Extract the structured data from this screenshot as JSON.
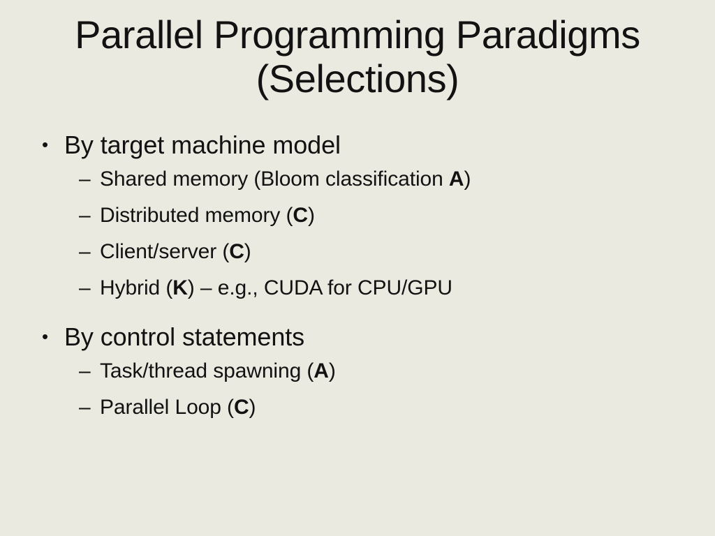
{
  "slide": {
    "background_color": "#eaeae0",
    "text_color": "#121212",
    "title": {
      "line1": "Parallel Programming Paradigms",
      "line2": "(Selections)"
    },
    "bullets": [
      {
        "marker": "•",
        "text": "By target machine model",
        "children": [
          {
            "marker": "–",
            "prefix": "Shared memory (Bloom classification ",
            "bold": "A",
            "suffix": ")"
          },
          {
            "marker": "–",
            "prefix": "Distributed memory (",
            "bold": "C",
            "suffix": ")"
          },
          {
            "marker": "–",
            "prefix": "Client/server (",
            "bold": "C",
            "suffix": ")"
          },
          {
            "marker": "–",
            "prefix": "Hybrid (",
            "bold": "K",
            "suffix": ") – e.g., CUDA for CPU/GPU"
          }
        ]
      },
      {
        "marker": "•",
        "text": "By control statements",
        "children": [
          {
            "marker": "–",
            "prefix": "Task/thread spawning (",
            "bold": "A",
            "suffix": ")"
          },
          {
            "marker": "–",
            "prefix": "Parallel Loop (",
            "bold": "C",
            "suffix": ")"
          }
        ]
      }
    ]
  }
}
